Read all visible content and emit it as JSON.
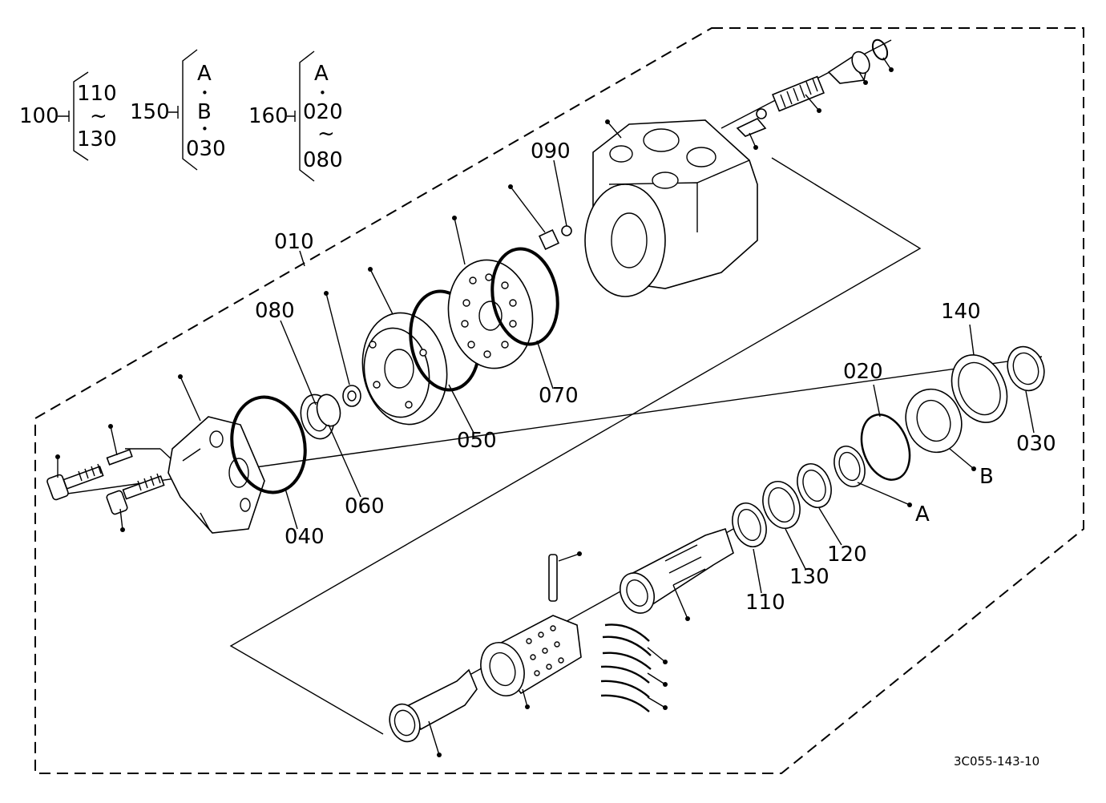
{
  "groups": [
    {
      "parent": "100",
      "lines": [
        "110",
        "~",
        "130"
      ]
    },
    {
      "parent": "150",
      "lines": [
        "A",
        "•",
        "B",
        "•",
        "030"
      ]
    },
    {
      "parent": "160",
      "lines": [
        "A",
        "•",
        "020",
        "~",
        "080"
      ]
    }
  ],
  "callouts": {
    "c010": "010",
    "c020": "020",
    "c030": "030",
    "c040": "040",
    "c050": "050",
    "c060": "060",
    "c070": "070",
    "c080": "080",
    "c090": "090",
    "c110": "110",
    "c120": "120",
    "c130": "130",
    "c140": "140",
    "cA": "A",
    "cB": "B"
  },
  "drawing_number": "3C055-143-10"
}
